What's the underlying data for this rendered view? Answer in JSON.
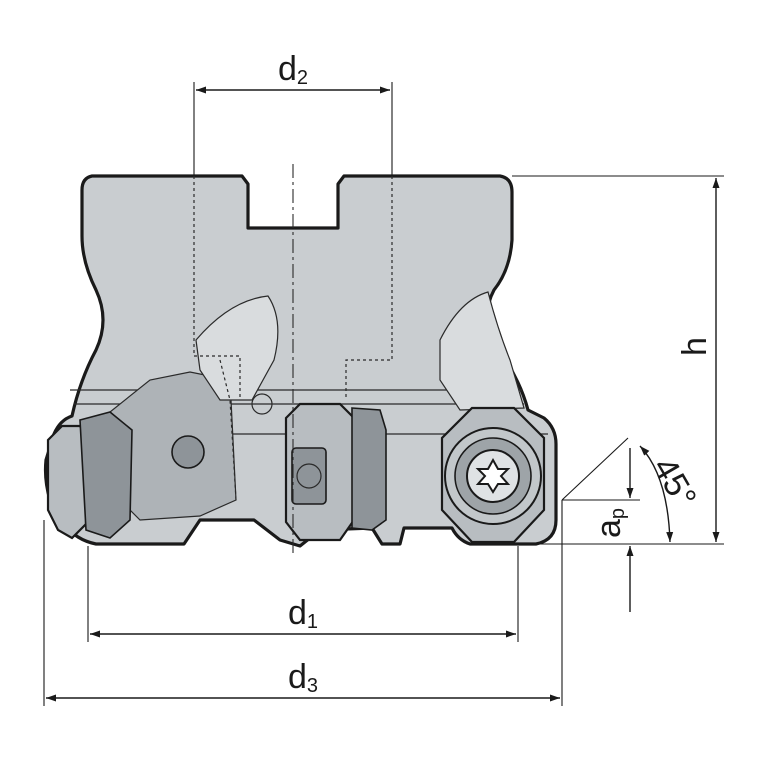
{
  "dimensions": {
    "d2": {
      "main": "d",
      "sub": "2"
    },
    "d1": {
      "main": "d",
      "sub": "1"
    },
    "d3": {
      "main": "d",
      "sub": "3"
    },
    "h": {
      "main": "h"
    },
    "ap": {
      "main": "a",
      "sub": "p"
    },
    "angle": {
      "value": "45°"
    }
  },
  "colors": {
    "body_fill": "#c9cdd0",
    "outline": "#1a1a1a"
  }
}
